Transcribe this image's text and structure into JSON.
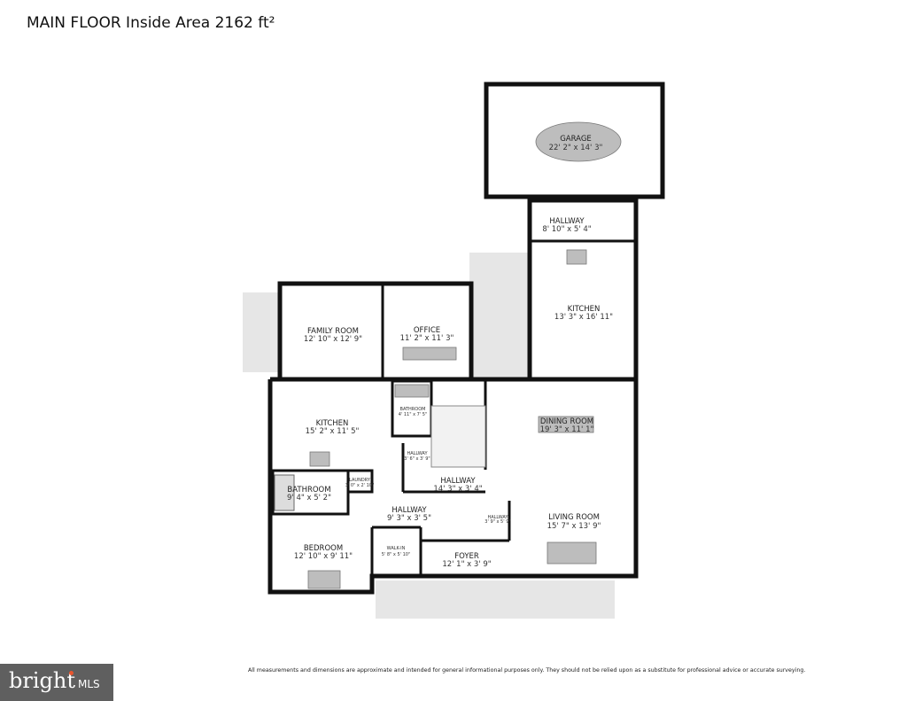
{
  "header": {
    "title": "MAIN FLOOR Inside Area 2162 ft²"
  },
  "rooms": [
    {
      "name": "GARAGE",
      "dims": "22' 2\" x 14' 3\""
    },
    {
      "name": "HALLWAY",
      "dims": "8' 10\" x 5' 4\""
    },
    {
      "name": "KITCHEN",
      "dims": "13' 3\" x 16' 11\""
    },
    {
      "name": "FAMILY ROOM",
      "dims": "12' 10\" x 12' 9\""
    },
    {
      "name": "OFFICE",
      "dims": "11' 2\" x 11' 3\""
    },
    {
      "name": "KITCHEN",
      "dims": "15' 2\" x 11' 5\""
    },
    {
      "name": "BATHROOM",
      "dims": "4' 11\" x 7' 5\""
    },
    {
      "name": "DINING ROOM",
      "dims": "19' 3\" x 11' 1\""
    },
    {
      "name": "HALLWAY",
      "dims": "3' 6\" x 3' 9\""
    },
    {
      "name": "HALLWAY",
      "dims": "14' 3\" x 3' 4\""
    },
    {
      "name": "BATHROOM",
      "dims": "9' 4\" x 5' 2\""
    },
    {
      "name": "LAUNDRY",
      "dims": "3' 0\" x 2' 10\""
    },
    {
      "name": "HALLWAY",
      "dims": "9' 3\" x 3' 5\""
    },
    {
      "name": "HALLWAY",
      "dims": "3' 9\" x 5' 9\""
    },
    {
      "name": "LIVING ROOM",
      "dims": "15' 7\" x 13' 9\""
    },
    {
      "name": "BEDROOM",
      "dims": "12' 10\" x 9' 11\""
    },
    {
      "name": "WALK-IN",
      "dims": "5' 8\" x 5' 10\""
    },
    {
      "name": "FOYER",
      "dims": "12' 1\" x 3' 9\""
    }
  ],
  "footer": {
    "disclaimer": "All measurements and dimensions are approximate and intended for general informational purposes only. They should not be relied upon as a substitute for professional advice or accurate surveying.",
    "logo_text": "bright",
    "logo_suffix": "MLS"
  }
}
